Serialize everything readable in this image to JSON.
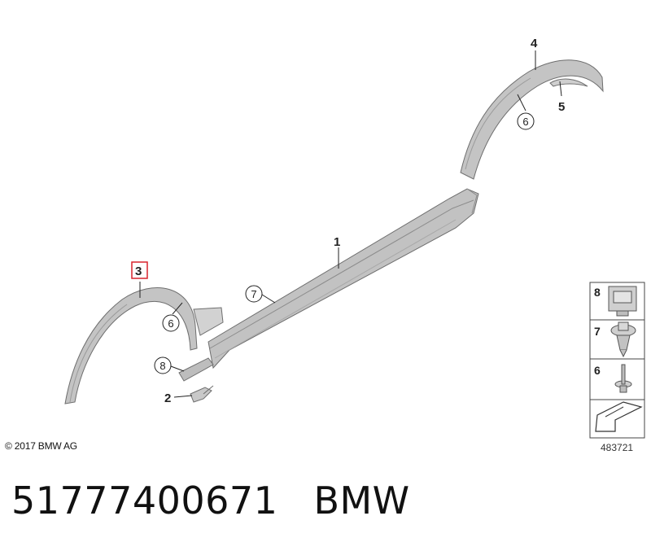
{
  "callouts": {
    "c1": "1",
    "c2": "2",
    "c3": "3",
    "c4": "4",
    "c5": "5",
    "c6a": "6",
    "c6b": "6",
    "c7": "7",
    "c8": "8"
  },
  "legend": {
    "item8": "8",
    "item7": "7",
    "item6": "6"
  },
  "copyright": "© 2017 BMW AG",
  "diagram_number": "483721",
  "part_number": "51777400671",
  "brand": "BMW",
  "colors": {
    "highlight": "#d9232d",
    "part_fill": "#c4c4c4",
    "part_stroke": "#6e6e6e"
  }
}
